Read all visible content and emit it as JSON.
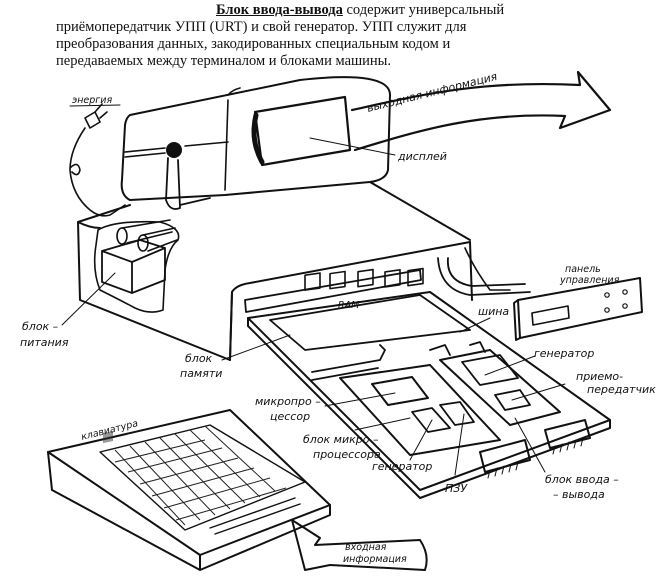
{
  "text": {
    "term": "Блок ввода-вывода",
    "line1_rest": " содержит универсальный",
    "line2": "приёмопередатчик УПП (URT) и свой генератор. УПП служит для",
    "line3": "преобразования данных, закодированных специальным кодом и",
    "line4": "передаваемых между терминалом и блоками машины."
  },
  "labels": {
    "energy": "энергия",
    "output_info": "выходная информация",
    "display": "дисплей",
    "power_unit_1": "блок –",
    "power_unit_2": "питания",
    "memory_unit_1": "блок",
    "memory_unit_2": "памяти",
    "ram": "RAM",
    "bus": "шина",
    "control_panel_1": "панель",
    "control_panel_2": "управления",
    "generator_top": "генератор",
    "transceiver_1": "приемо-",
    "transceiver_2": "передатчик",
    "microprocessor_1": "микропро –",
    "microprocessor_2": "цессор",
    "mp_unit_1": "блок микро –",
    "mp_unit_2": "процессора",
    "generator_bottom": "генератор",
    "rom": "ПЗУ",
    "io_unit_1": "блок ввода –",
    "io_unit_2": "– вывода",
    "keyboard": "клавиатура",
    "input_info_1": "входная",
    "input_info_2": "информация"
  }
}
